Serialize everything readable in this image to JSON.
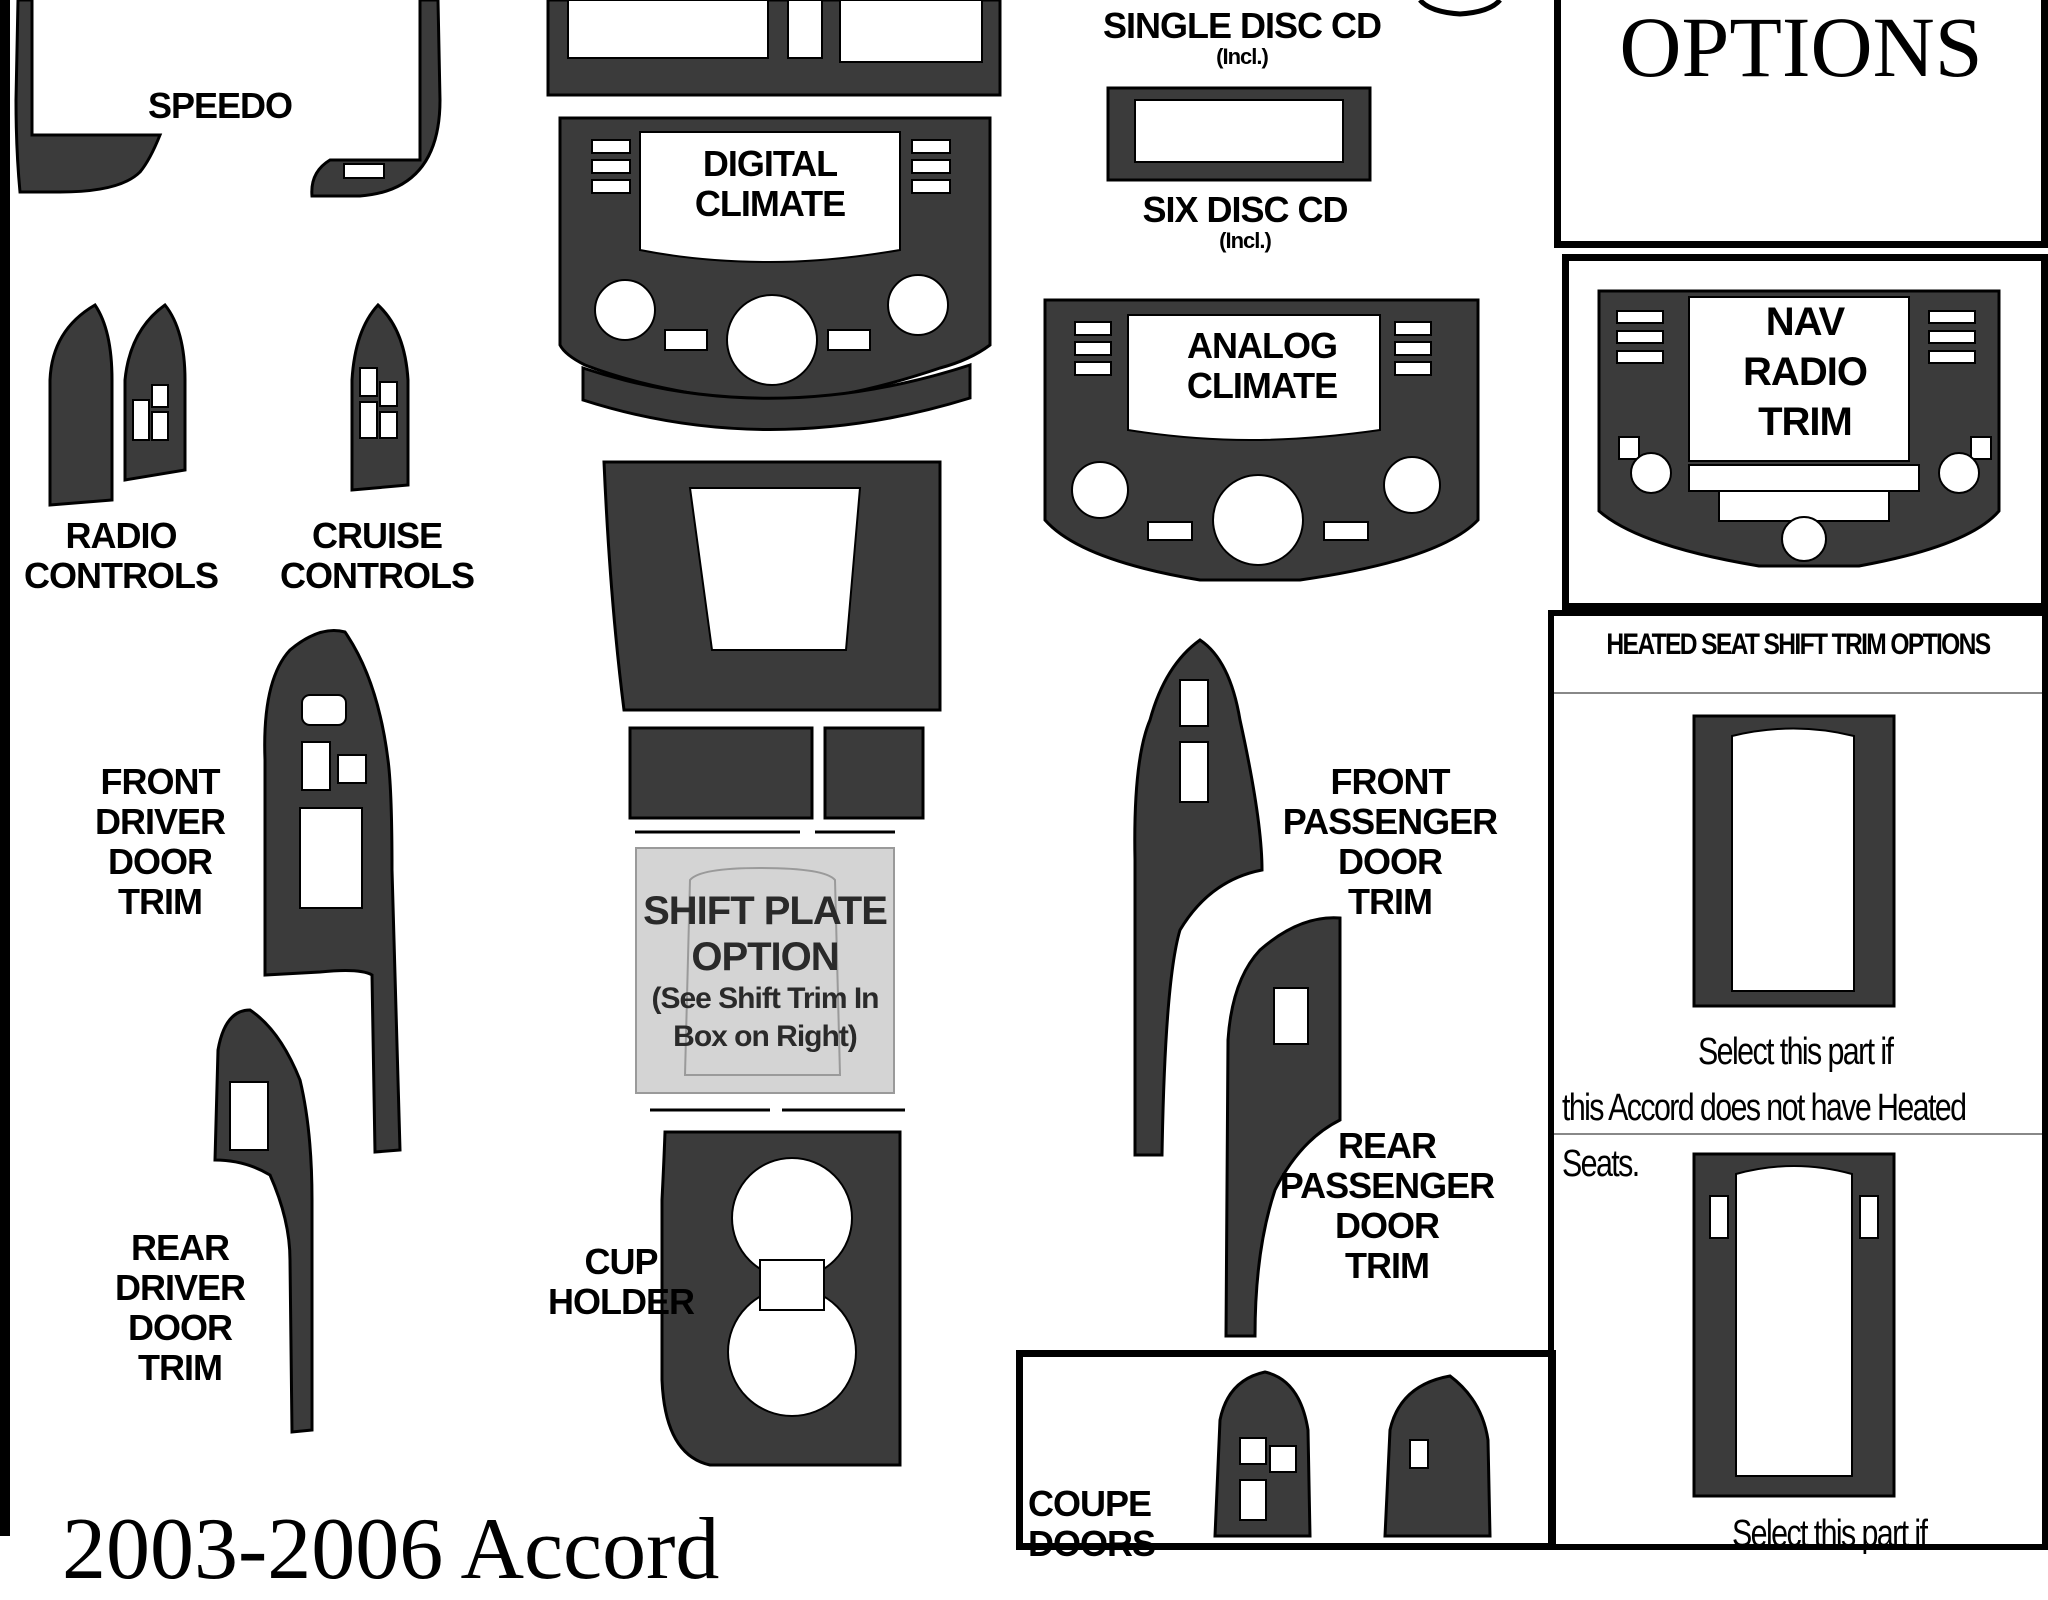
{
  "colors": {
    "part_fill": "#3b3b3b",
    "part_stroke": "#000000",
    "shift_plate_fill": "#d4d4d4",
    "background": "#ffffff",
    "frame": "#000000"
  },
  "labels": {
    "speedo": "SPEEDO",
    "radio_controls": [
      "RADIO",
      "CONTROLS"
    ],
    "cruise_controls": [
      "CRUISE",
      "CONTROLS"
    ],
    "front_driver_door": [
      "FRONT",
      "DRIVER",
      "DOOR",
      "TRIM"
    ],
    "rear_driver_door": [
      "REAR",
      "DRIVER",
      "DOOR",
      "TRIM"
    ],
    "digital_climate": [
      "DIGITAL",
      "CLIMATE"
    ],
    "shift_plate": [
      "SHIFT PLATE",
      "OPTION",
      "(See Shift Trim In",
      "Box on Right)"
    ],
    "cup_holder": [
      "CUP",
      "HOLDER"
    ],
    "single_disc": "SINGLE DISC CD",
    "single_disc_note": "(Incl.)",
    "six_disc": "SIX DISC CD",
    "six_disc_note": "(Incl.)",
    "analog_climate": [
      "ANALOG",
      "CLIMATE"
    ],
    "front_passenger_door": [
      "FRONT",
      "PASSENGER",
      "DOOR",
      "TRIM"
    ],
    "rear_passenger_door": [
      "REAR",
      "PASSENGER",
      "DOOR",
      "TRIM"
    ],
    "coupe_doors": [
      "COUPE",
      "DOORS"
    ]
  },
  "options_box": {
    "title": "OPTIONS"
  },
  "nav_box": {
    "label": [
      "NAV",
      "RADIO",
      "TRIM"
    ]
  },
  "heated_seat_box": {
    "title": "HEATED SEAT SHIFT TRIM OPTIONS",
    "option1": [
      "Select this part    if",
      "this Accord does not have Heated",
      "Seats."
    ],
    "option2": "Select this part    if"
  },
  "footer": {
    "title": "2003-2006 Accord"
  }
}
